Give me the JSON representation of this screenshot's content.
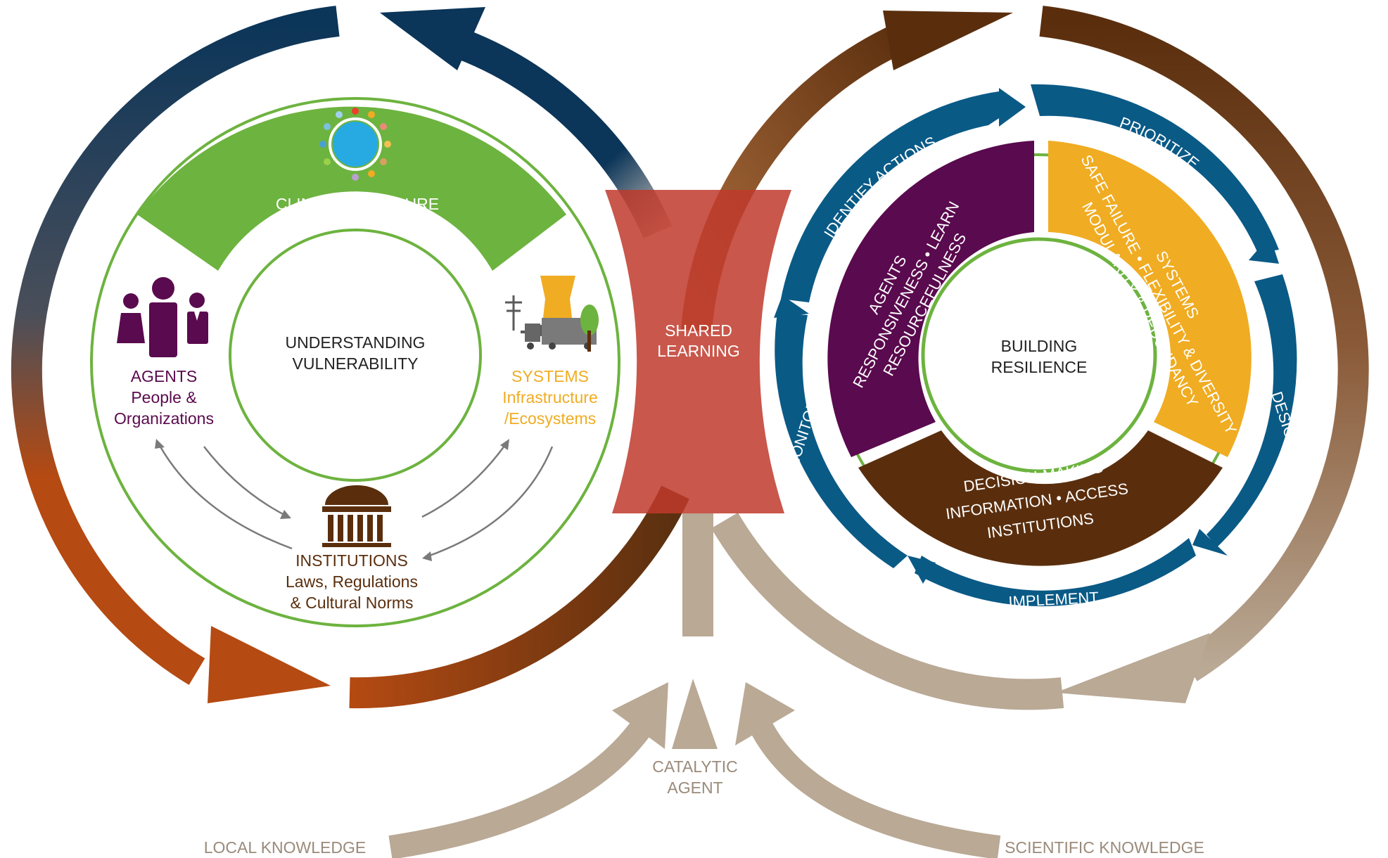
{
  "vulnerability": {
    "center": [
      "UNDERSTANDING",
      "VULNERABILITY"
    ],
    "climate_exposure": "CLIMATE EXPOSURE",
    "agents": {
      "title": "AGENTS",
      "lines": [
        "People &",
        "Organizations"
      ]
    },
    "systems": {
      "title": "SYSTEMS",
      "lines": [
        "Infrastructure",
        "/Ecosystems"
      ]
    },
    "institutions": {
      "title": "INSTITUTIONS",
      "lines": [
        "Laws, Regulations",
        "& Cultural Norms"
      ]
    }
  },
  "shared_learning": [
    "SHARED",
    "LEARNING"
  ],
  "resilience": {
    "center": [
      "BUILDING",
      "RESILIENCE"
    ],
    "agents_segment": [
      "AGENTS",
      "RESPONSIVENESS • LEARN",
      "RESOURCEFULNESS"
    ],
    "systems_segment": [
      "SYSTEMS",
      "SAFE FAILURE • FLEXIBILITY & DIVERSITY",
      "MODULARITY & REDUNDANCY"
    ],
    "institutions_segment": [
      "DECISION-MAKING",
      "INFORMATION • ACCESS",
      "INSTITUTIONS"
    ],
    "cycle_steps": [
      "IDENTIFY ACTIONS",
      "PRIORITIZE",
      "DESIGN",
      "IMPLEMENT",
      "MONITOR"
    ]
  },
  "catalytic_agent": [
    "CATALYTIC",
    "AGENT"
  ],
  "local_knowledge": "LOCAL KNOWLEDGE",
  "scientific_knowledge": "SCIENTIFIC KNOWLEDGE",
  "colors": {
    "green": "#6db33f",
    "purple": "#5a0a4e",
    "amber": "#f0ac22",
    "brown": "#5a2e0d",
    "blue": "#0a5a86",
    "navy": "#0b3559",
    "orange": "#b54a12",
    "red": "#c0392b",
    "tan": "#b9a995"
  }
}
